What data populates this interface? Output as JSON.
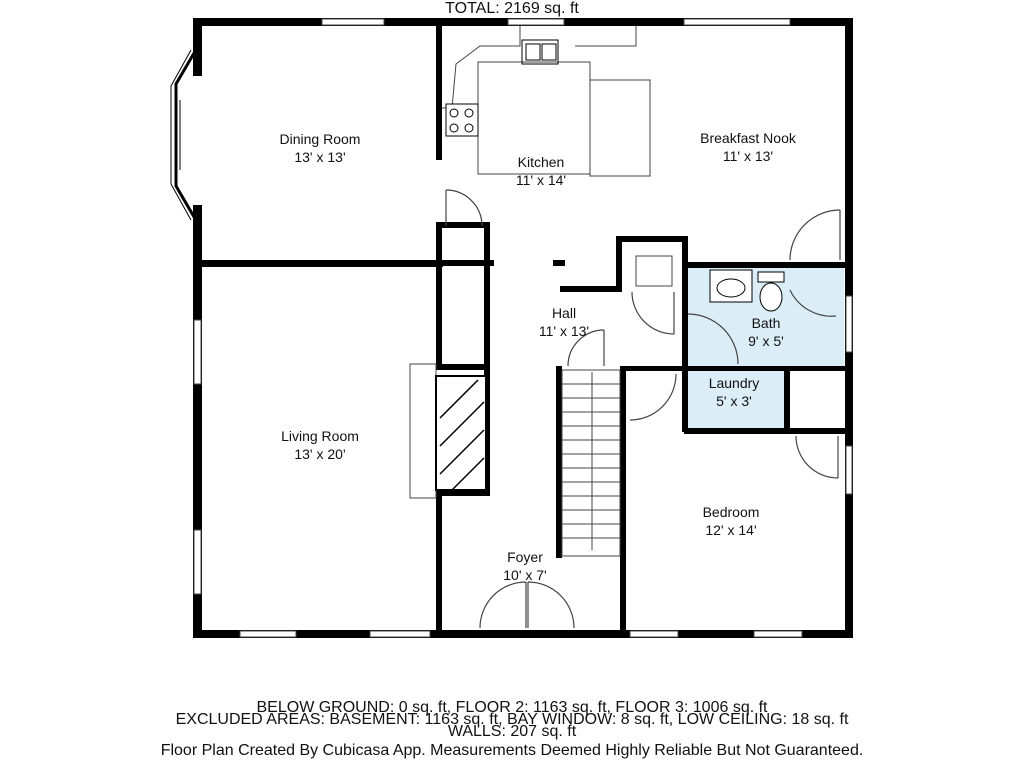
{
  "rooms": {
    "dining": {
      "name": "Dining Room",
      "size": "13' x 13'"
    },
    "kitchen": {
      "name": "Kitchen",
      "size": "11' x 14'"
    },
    "nook": {
      "name": "Breakfast Nook",
      "size": "11' x 13'"
    },
    "hall": {
      "name": "Hall",
      "size": "11' x 13'"
    },
    "bath": {
      "name": "Bath",
      "size": "9' x 5'"
    },
    "laundry": {
      "name": "Laundry",
      "size": "5' x 3'"
    },
    "living": {
      "name": "Living Room",
      "size": "13' x 20'"
    },
    "bedroom": {
      "name": "Bedroom",
      "size": "12' x 14'"
    },
    "foyer": {
      "name": "Foyer",
      "size": "10' x 7'"
    }
  },
  "summary": {
    "total": "TOTAL: 2169 sq. ft",
    "below": "BELOW GROUND: 0 sq. ft, FLOOR 2: 1163 sq. ft, FLOOR 3: 1006 sq. ft",
    "excluded": "EXCLUDED AREAS: BASEMENT: 1163 sq. ft, BAY WINDOW: 8 sq. ft, LOW CEILING: 18 sq. ft",
    "walls": "WALLS: 207 sq. ft",
    "credit": "Floor Plan Created By Cubicasa App. Measurements Deemed Highly Reliable But Not Guaranteed."
  },
  "colors": {
    "wall": "#000000",
    "wet_area": "#dbeef8",
    "line": "#444444"
  }
}
